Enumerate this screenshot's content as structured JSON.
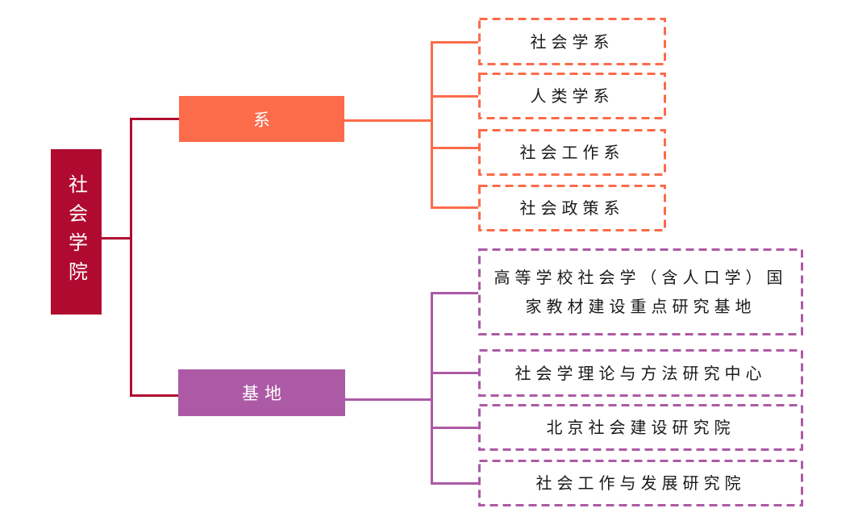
{
  "colors": {
    "root": "#B00A31",
    "dept": "#FC6B4A",
    "base": "#AC5AA5",
    "ink": "#1A1A1A"
  },
  "tree": {
    "root": {
      "label": "社会学院"
    },
    "branches": [
      {
        "label": "系",
        "children": [
          "社会学系",
          "人类学系",
          "社会工作系",
          "社会政策系"
        ]
      },
      {
        "label": "基地",
        "children": [
          "高等学校社会学（含人口学）国家教材建设重点研究基地",
          "社会学理论与方法研究中心",
          "北京社会建设研究院",
          "社会工作与发展研究院"
        ]
      }
    ]
  }
}
